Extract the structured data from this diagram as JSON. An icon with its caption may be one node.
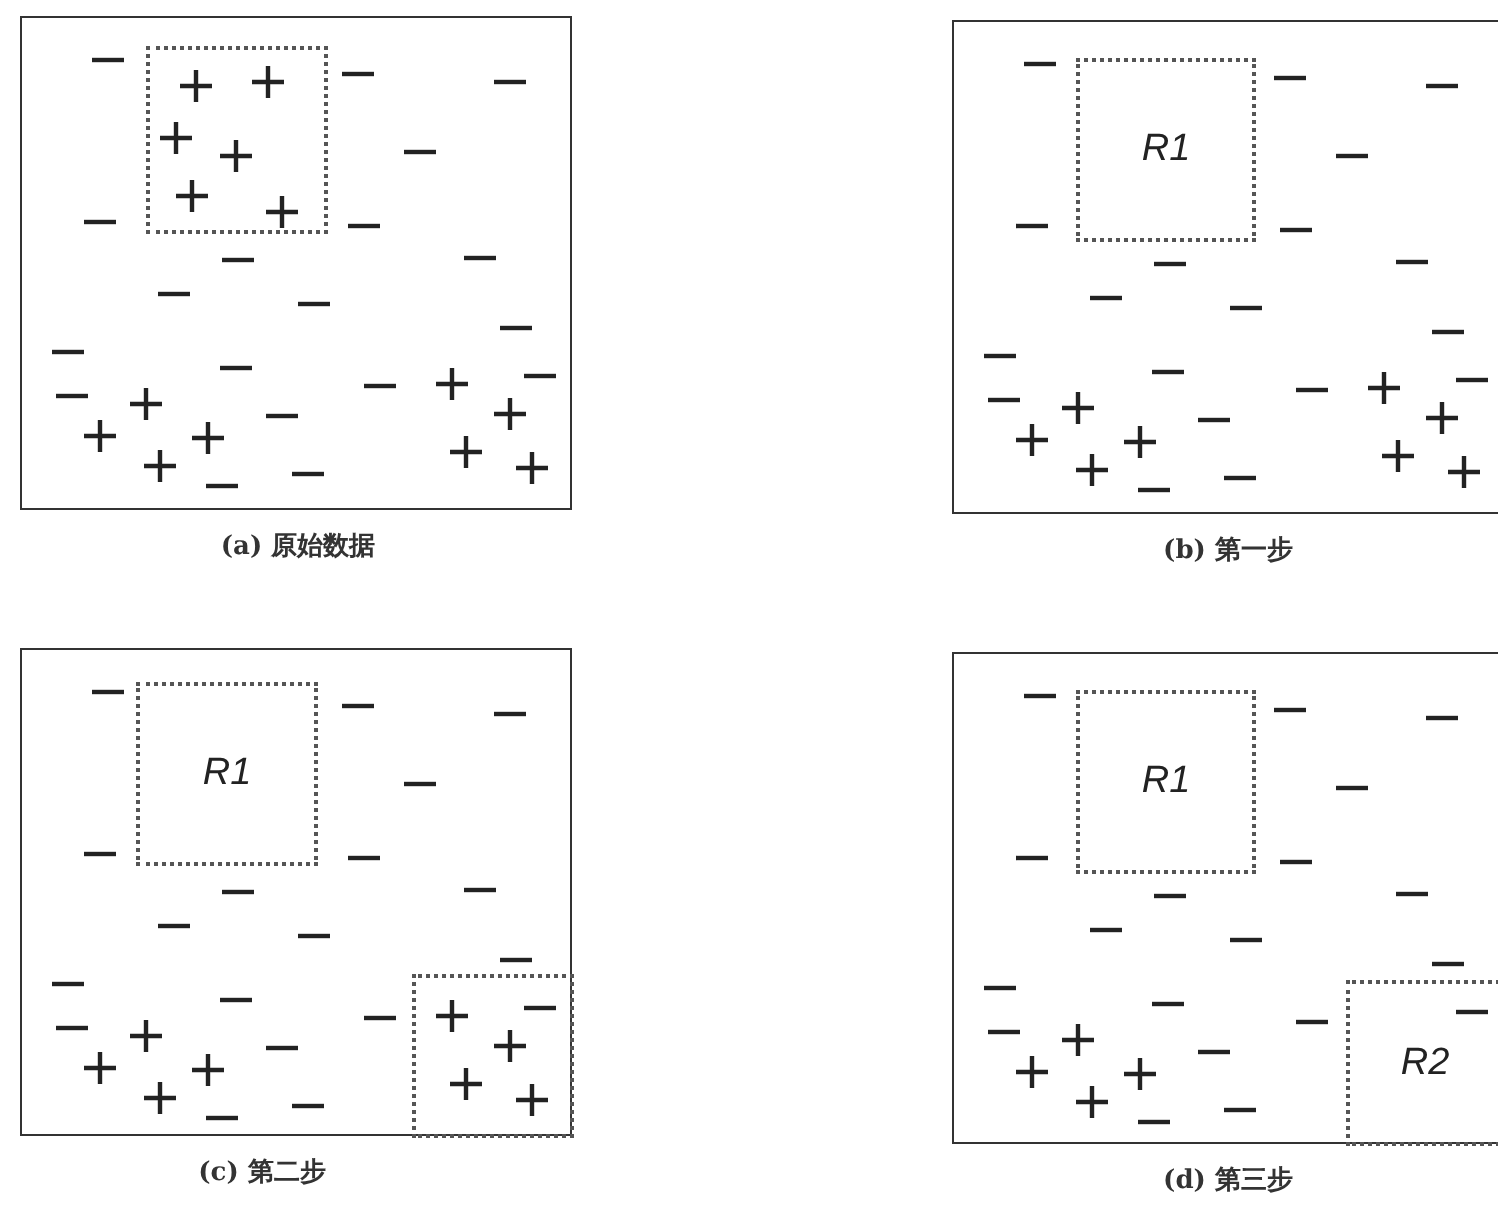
{
  "diagram": {
    "nodes": [
      {
        "text": [
          "(a) 原始数据"
        ]
      },
      {
        "text": [],
        "shape": "box",
        "in": 0
      },
      {
        "text": [
          "(b) 第一步"
        ]
      },
      {
        "text": [
          "R1"
        ],
        "in": 2
      },
      {
        "text": [
          "(c) 第二步"
        ]
      },
      {
        "text": [
          "R1"
        ],
        "in": 4
      },
      {
        "text": [],
        "shape": "box",
        "in": 4
      },
      {
        "text": [
          "(d) 第三步"
        ]
      },
      {
        "text": [
          "R1"
        ],
        "in": 7
      },
      {
        "text": [
          "R2"
        ],
        "in": 7
      }
    ]
  }
}
